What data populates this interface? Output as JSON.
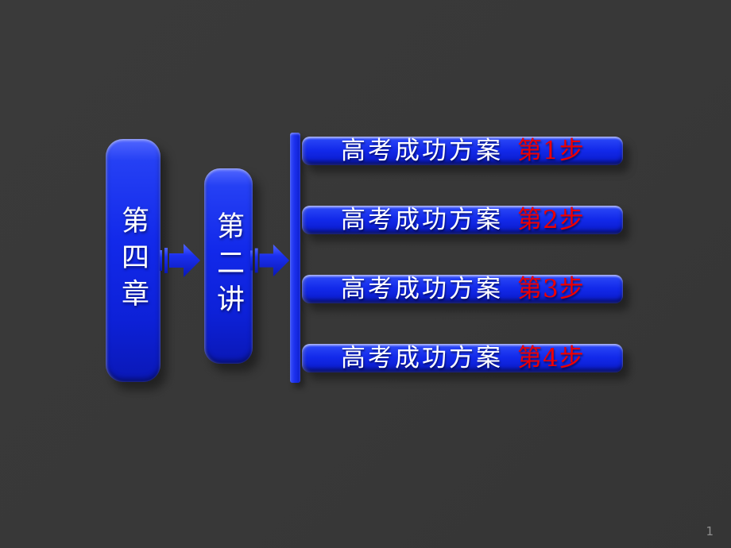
{
  "slide": {
    "page_number": "1",
    "chapter_box": {
      "label": "第四章"
    },
    "lecture_box": {
      "label": "第二讲"
    },
    "steps": [
      {
        "label": "高考成功方案",
        "step": "第1步"
      },
      {
        "label": "高考成功方案",
        "step": "第2步"
      },
      {
        "label": "高考成功方案",
        "step": "第3步"
      },
      {
        "label": "高考成功方案",
        "step": "第4步"
      }
    ],
    "icons": {
      "arrow_chapter_to_lecture": "flow-arrow-right-icon",
      "arrow_lecture_to_steps": "flow-arrow-right-icon"
    },
    "colors": {
      "background": "#383838",
      "shape_blue": "#1229ea",
      "shape_blue_highlight": "#5166ff",
      "shape_blue_dark": "#0a18b6",
      "label_text": "#ffffff",
      "step_text": "#ee0000",
      "page_number": "#8f8f8f"
    }
  }
}
